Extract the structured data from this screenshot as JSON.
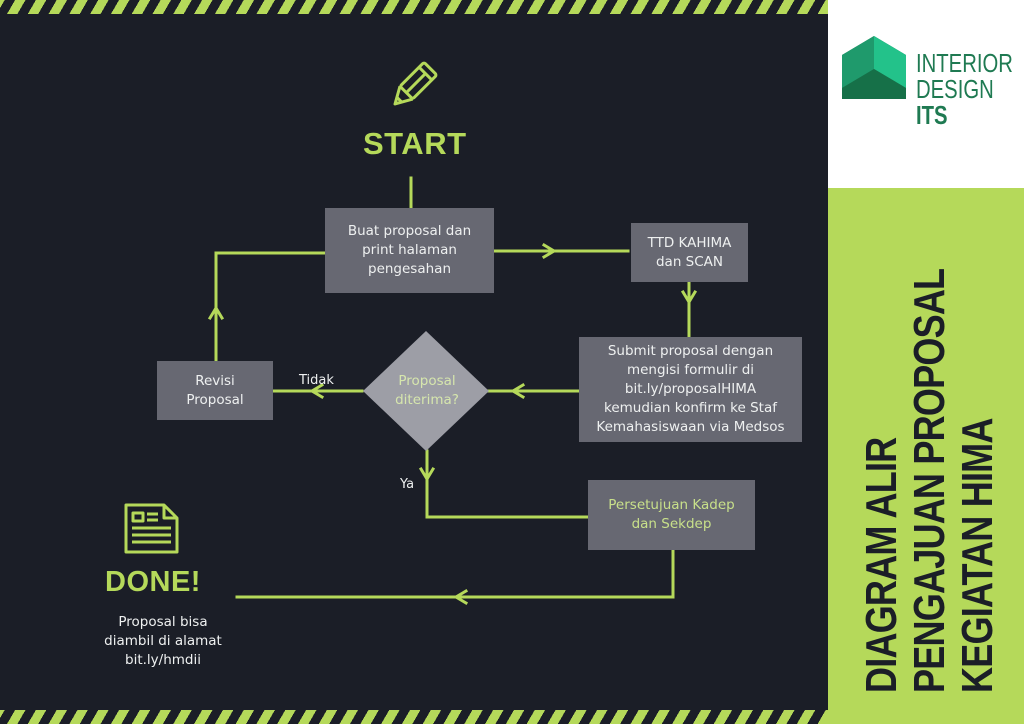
{
  "colors": {
    "background": "#1b1e27",
    "accent_green": "#b5d95a",
    "box_gray": "#676872",
    "diamond_gray": "#9d9ea6",
    "logo_green": "#1f7a52"
  },
  "logo": {
    "icon": "house-cube-icon",
    "line1": "INTERIOR",
    "line2": "DESIGN",
    "line3": "ITS"
  },
  "title": {
    "line1": "DIAGRAM ALIR",
    "line2": "PENGAJUAN PROPOSAL",
    "line3": "KEGIATAN HIMA"
  },
  "flow": {
    "start": {
      "icon": "pencil-icon",
      "label": "START"
    },
    "step_buat": {
      "lines": [
        "Buat proposal dan",
        "print halaman",
        "pengesahan"
      ]
    },
    "step_ttd": {
      "lines": [
        "TTD KAHIMA",
        "dan SCAN"
      ]
    },
    "step_submit": {
      "lines": [
        "Submit proposal dengan",
        "mengisi formulir di",
        "bit.ly/proposalHIMA",
        "kemudian konfirm ke Staf",
        "Kemahasiswaan via Medsos"
      ]
    },
    "decision": {
      "lines": [
        "Proposal",
        "diterima?"
      ]
    },
    "no_label": "Tidak",
    "yes_label": "Ya",
    "step_revisi": {
      "lines": [
        "Revisi",
        "Proposal"
      ]
    },
    "step_persetujuan": {
      "lines": [
        "Persetujuan Kadep",
        "dan Sekdep"
      ]
    },
    "done": {
      "icon": "document-icon",
      "label": "DONE!",
      "note": [
        "Proposal bisa",
        "diambil di alamat",
        "bit.ly/hmdii"
      ]
    }
  }
}
